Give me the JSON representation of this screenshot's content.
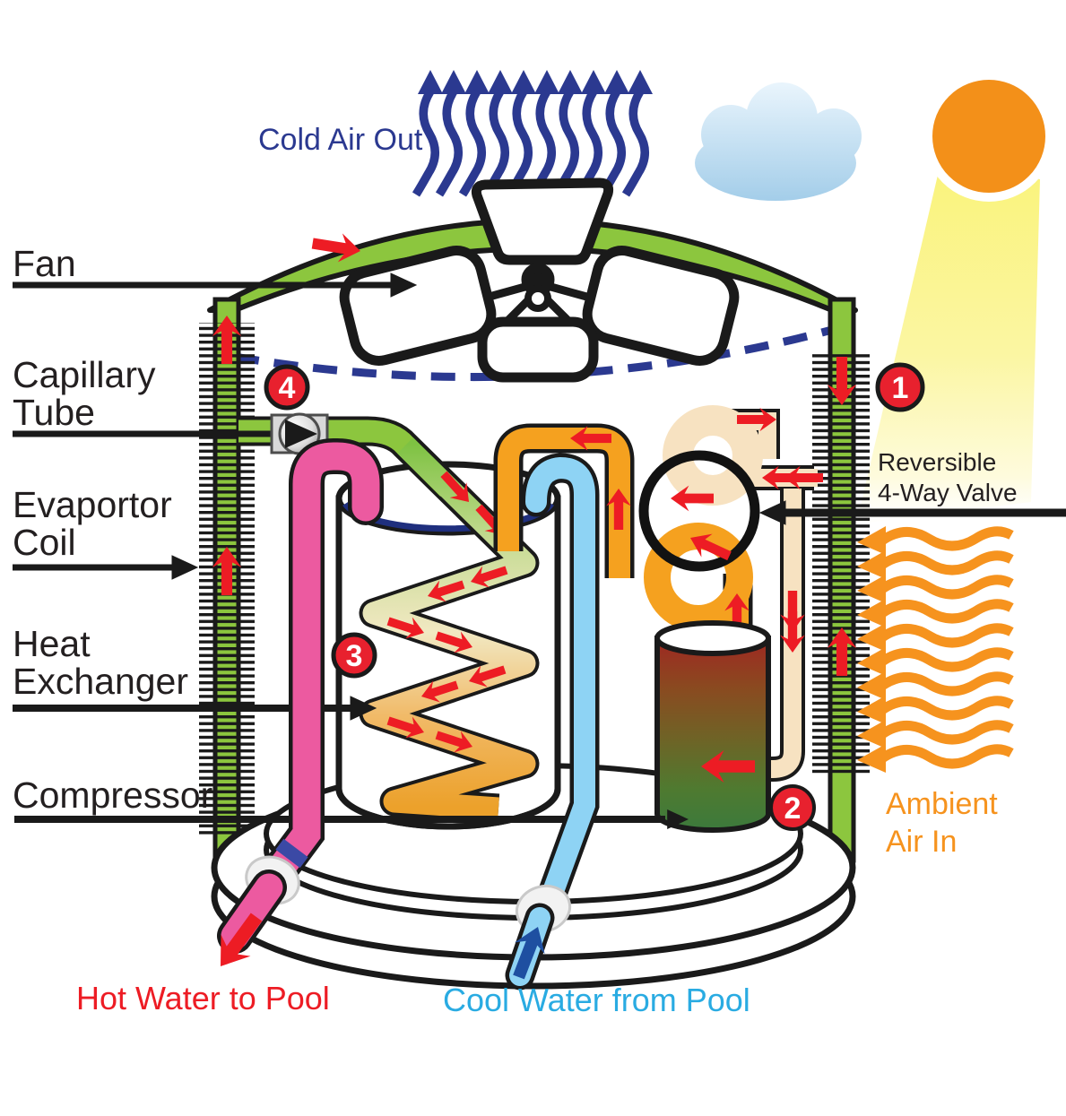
{
  "diagram": {
    "labels": {
      "fan": "Fan",
      "capillary_tube": [
        "Capillary",
        "Tube"
      ],
      "evaporator_coil": [
        "Evaportor",
        "Coil"
      ],
      "heat_exchanger": [
        "Heat",
        "Exchanger"
      ],
      "compressor": "Compressor",
      "cold_air_out": "Cold Air Out",
      "reversible_valve": [
        "Reversible",
        "4-Way Valve"
      ],
      "ambient_air_in": [
        "Ambient",
        "Air In"
      ],
      "hot_water_to_pool": "Hot Water to Pool",
      "cool_water_from_pool": "Cool Water from Pool"
    },
    "badges": [
      "1",
      "2",
      "3",
      "4"
    ],
    "colors": {
      "pipe_green": "#8CC63E",
      "flow_red": "#ED1C24",
      "badge_red": "#E8212E",
      "dark_blue": "#2B3990",
      "water_blue": "#8ED3F4",
      "water_arrow_blue": "#1E4FA1",
      "hot_pink": "#EC5AA0",
      "hot_text_red": "#ED1C24",
      "cool_text_blue": "#29ABE2",
      "orange": "#F6931E",
      "ring_orange": "#F5A11F",
      "coil_cream": "#F7E2C1",
      "sun_orange": "#F39019",
      "label_black": "#231F20"
    }
  }
}
